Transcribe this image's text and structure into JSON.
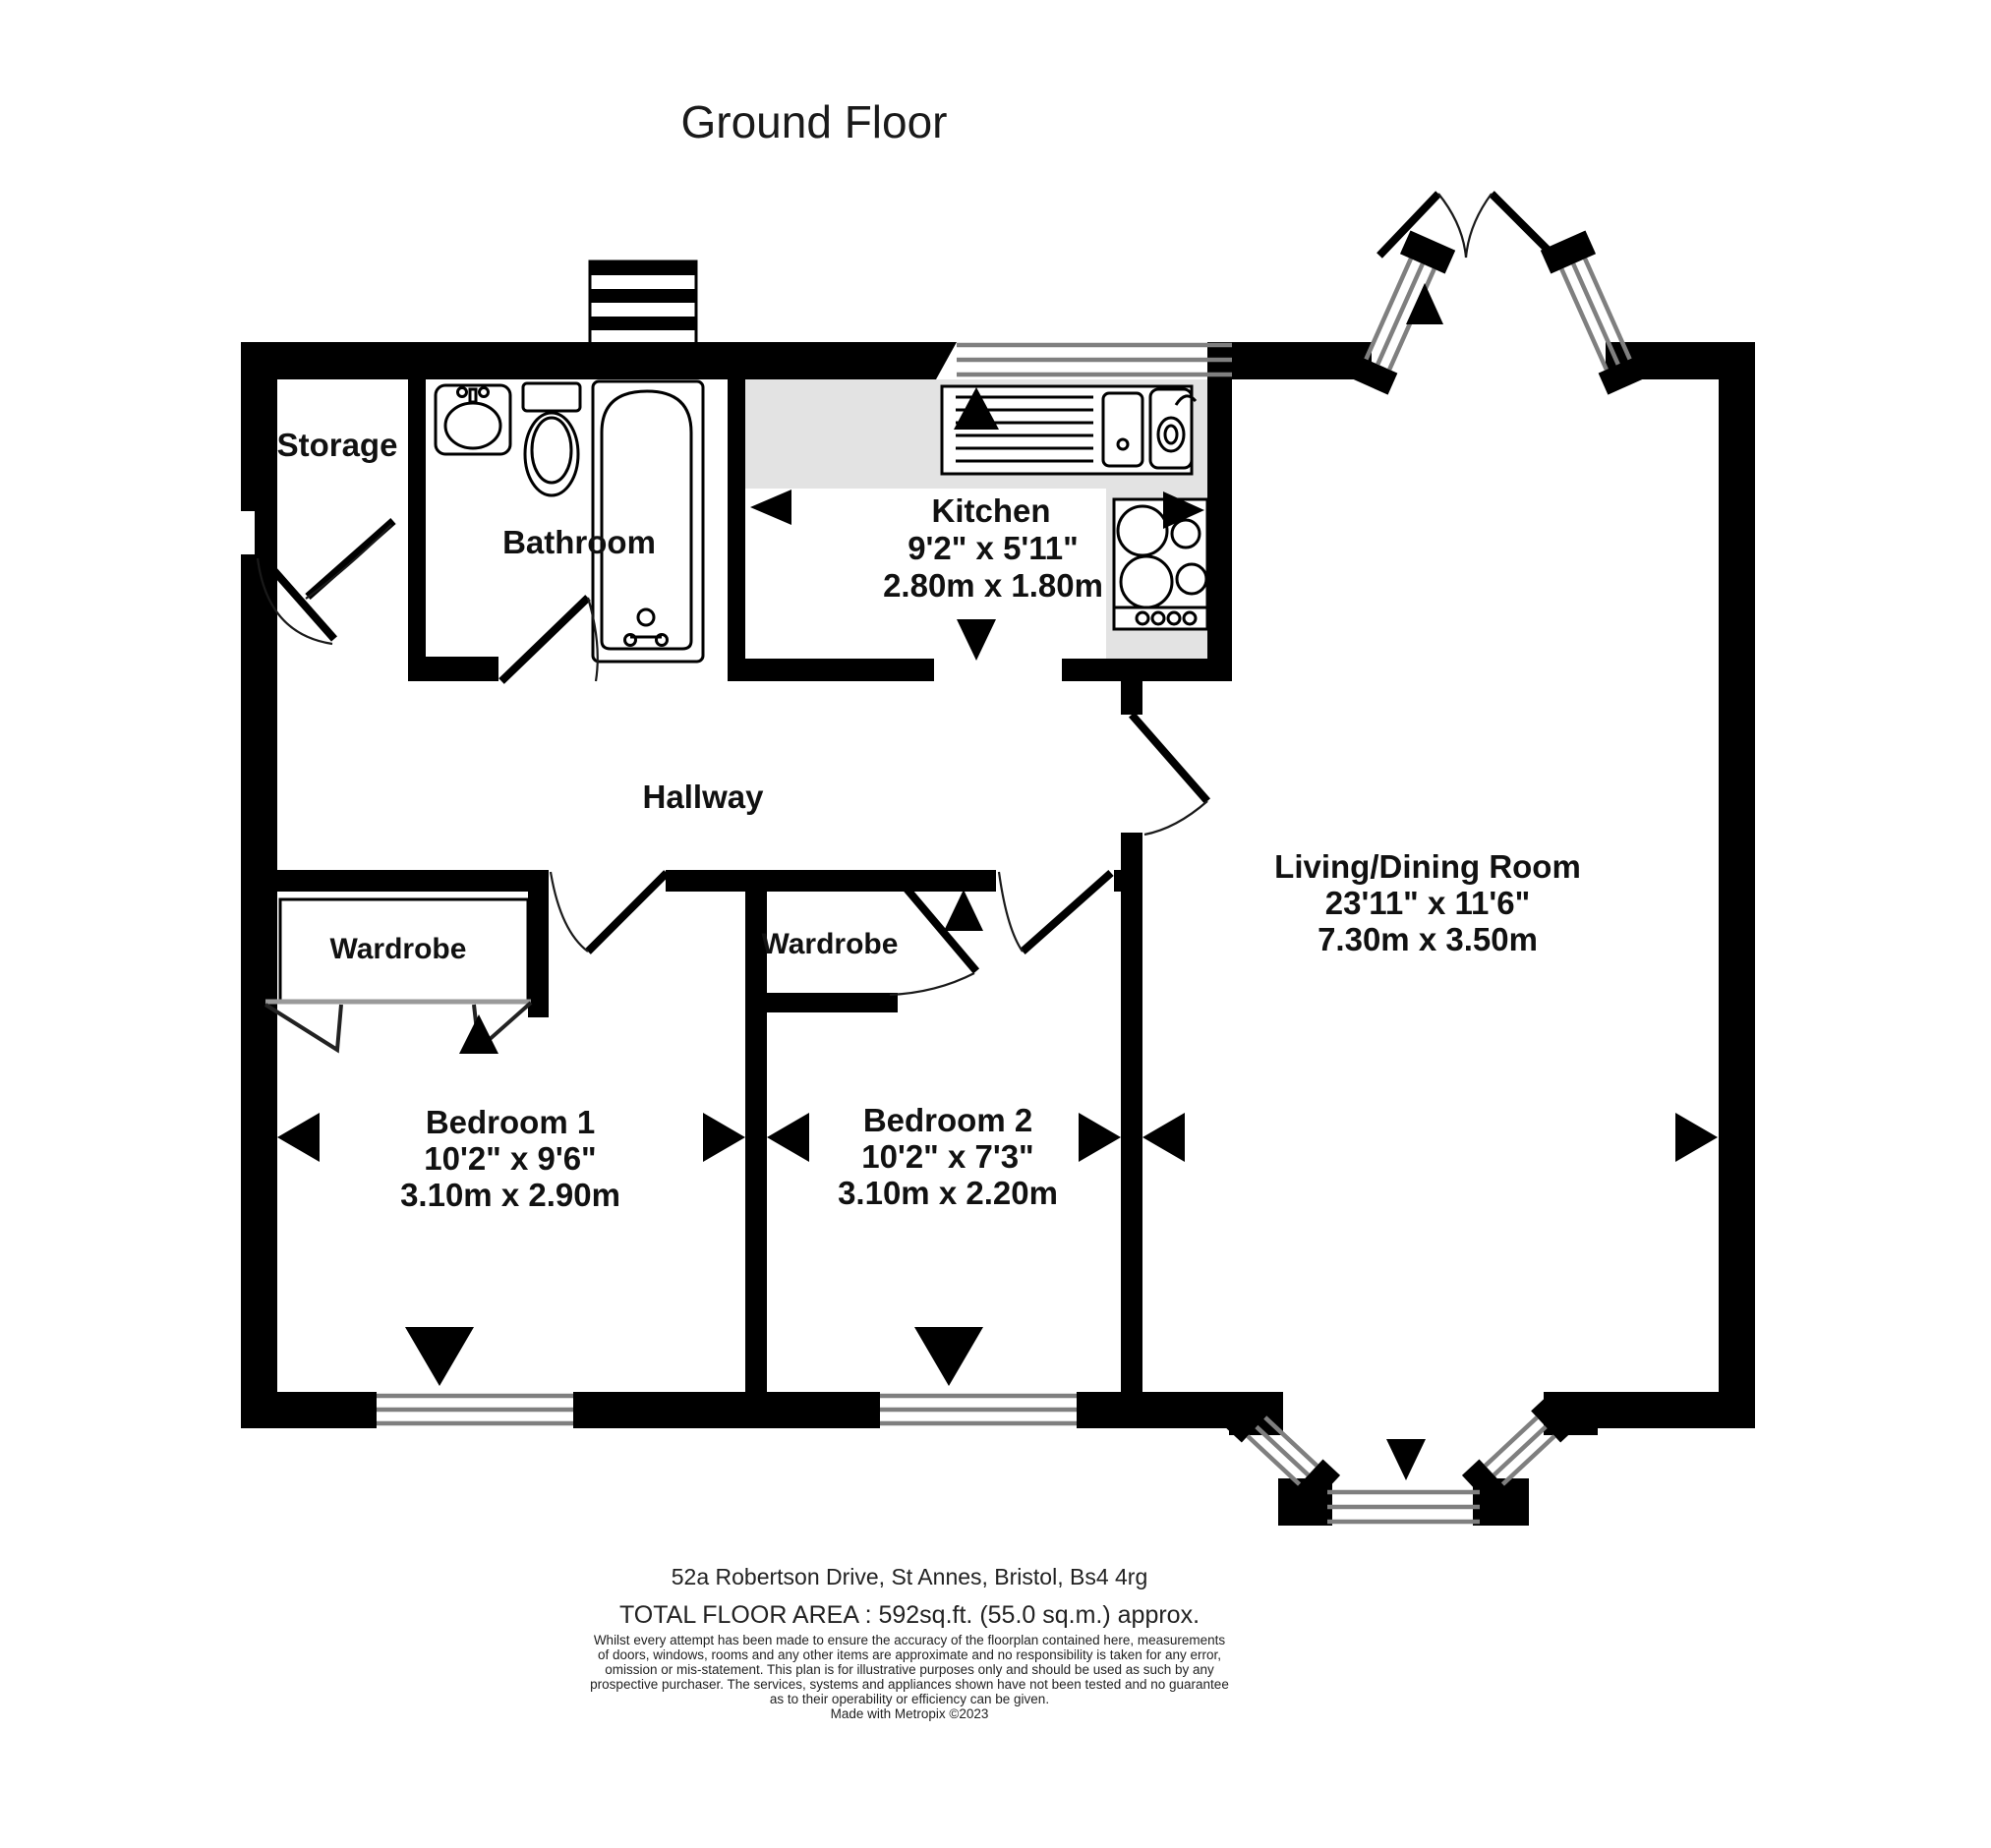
{
  "title": "Ground Floor",
  "rooms": {
    "storage": {
      "label": "Storage"
    },
    "bathroom": {
      "label": "Bathroom"
    },
    "kitchen": {
      "label": "Kitchen",
      "dims_imperial": "9'2\"  x 5'11\"",
      "dims_metric": "2.80m  x 1.80m"
    },
    "hallway": {
      "label": "Hallway"
    },
    "wardrobe1": {
      "label": "Wardrobe"
    },
    "wardrobe2": {
      "label": "Wardrobe"
    },
    "bedroom1": {
      "label": "Bedroom 1",
      "dims_imperial": "10'2\"  x 9'6\"",
      "dims_metric": "3.10m  x 2.90m"
    },
    "bedroom2": {
      "label": "Bedroom 2",
      "dims_imperial": "10'2\"  x 7'3\"",
      "dims_metric": "3.10m  x 2.20m"
    },
    "living": {
      "label": "Living/Dining Room",
      "dims_imperial": "23'11\"  x 11'6\"",
      "dims_metric": "7.30m  x 3.50m"
    }
  },
  "markers": {
    "entrance_up": "solid triangle up",
    "entrance_down": "solid triangle down",
    "measure_left": "solid triangle left",
    "measure_right": "solid triangle right"
  },
  "colors": {
    "wall": "#000000",
    "counter": "#e3e3e3",
    "glazing": "#7f7f7f",
    "background": "#ffffff"
  },
  "footer": {
    "address": "52a Robertson Drive, St Annes, Bristol, Bs4 4rg",
    "total_area": "TOTAL FLOOR AREA : 592sq.ft. (55.0 sq.m.) approx.",
    "disclaimer_lines": [
      "Whilst every attempt has been made to ensure the accuracy of the floorplan contained here, measurements",
      "of doors, windows, rooms and any other items are approximate and no responsibility is taken for any error,",
      "omission or mis-statement. This plan is for illustrative purposes only and should be used as such by any",
      "prospective purchaser. The services, systems and appliances shown have not been tested and no guarantee",
      "as to their operability or efficiency can be given.",
      "Made with Metropix ©2023"
    ]
  }
}
